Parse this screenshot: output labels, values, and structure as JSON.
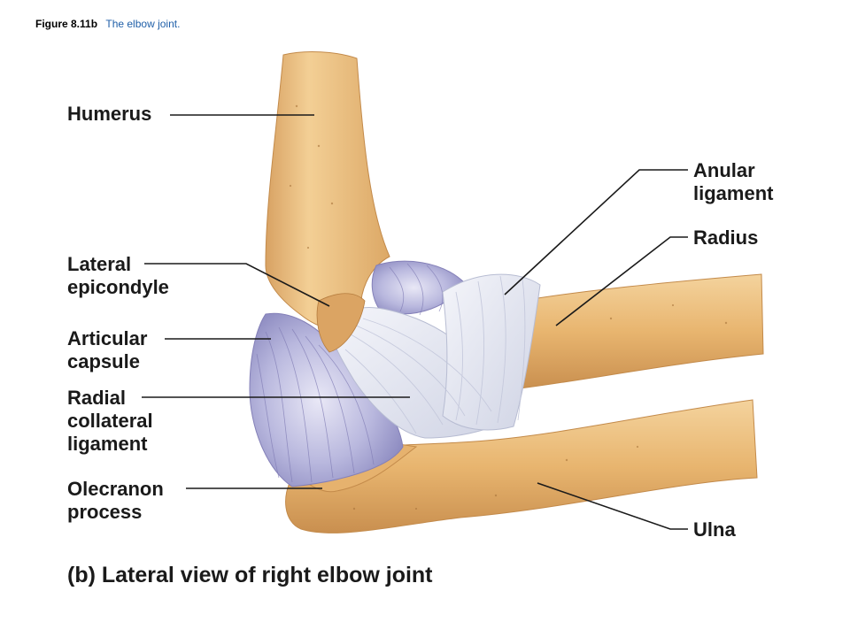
{
  "figure": {
    "number": "Figure 8.11b",
    "caption": "The elbow joint."
  },
  "labels": {
    "humerus": "Humerus",
    "anular_ligament": [
      "Anular",
      "ligament"
    ],
    "radius": "Radius",
    "lateral_epicondyle": [
      "Lateral",
      "epicondyle"
    ],
    "articular_capsule": [
      "Articular",
      "capsule"
    ],
    "radial_collateral_ligament": [
      "Radial",
      "collateral",
      "ligament"
    ],
    "olecranon_process": [
      "Olecranon",
      "process"
    ],
    "ulna": "Ulna"
  },
  "view_title": "(b) Lateral view of right elbow joint",
  "colors": {
    "bone": "#e8b56f",
    "bone_shadow": "#c98f4f",
    "bone_highlight": "#f6d6a2",
    "ligament": "#dfe3ef",
    "capsule": "#a7a6d4",
    "caption_blue": "#1f5fa8",
    "leader_line": "#1a1a1a"
  }
}
